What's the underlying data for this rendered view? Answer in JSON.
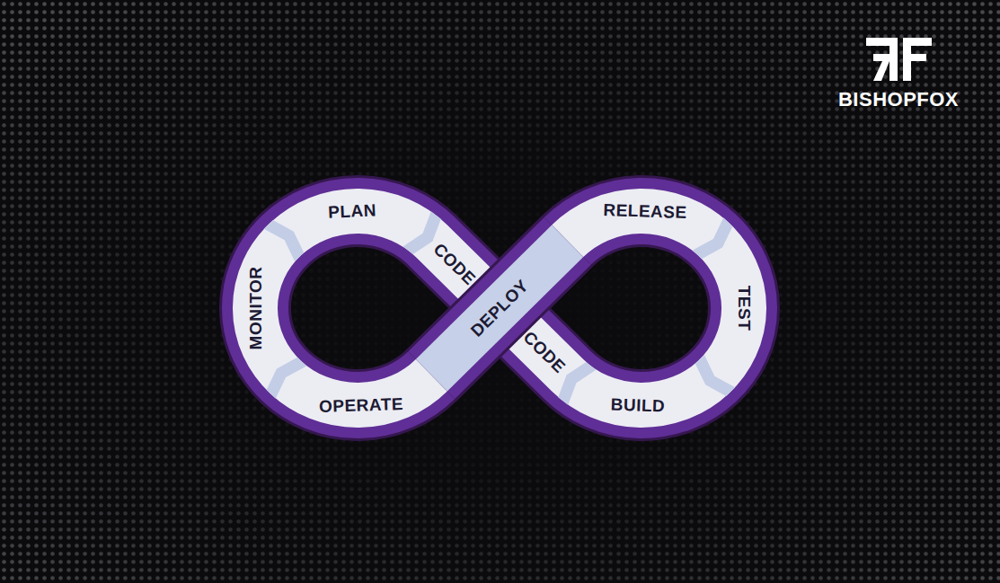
{
  "diagram": {
    "labels": [
      "BISHOPFOX",
      "PLAN",
      "CODE",
      "DEPLOY",
      "CODE",
      "BUILD",
      "TEST",
      "RELEASE",
      "OPERATE",
      "MONITOR"
    ]
  }
}
